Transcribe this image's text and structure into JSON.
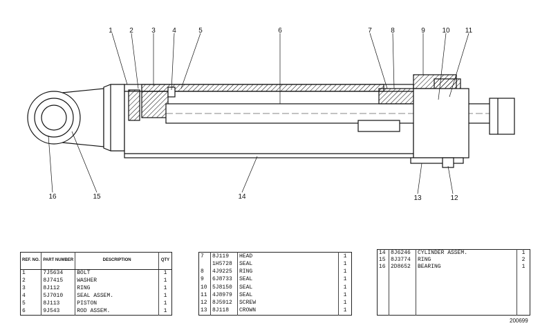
{
  "callouts": [
    "1",
    "2",
    "3",
    "4",
    "5",
    "6",
    "7",
    "8",
    "9",
    "10",
    "11",
    "12",
    "13",
    "14",
    "15",
    "16"
  ],
  "table_a": {
    "headers": {
      "ref": "REF. NO.",
      "part": "PART NUMBER",
      "desc": "DESCRIPTION",
      "qty": "QTY"
    },
    "rows": [
      {
        "ref": "1",
        "part": "7J5634",
        "desc": "BOLT",
        "qty": "1"
      },
      {
        "ref": "2",
        "part": "8J7415",
        "desc": "WASHER",
        "qty": "1"
      },
      {
        "ref": "3",
        "part": "8J112",
        "desc": "RING",
        "qty": "1"
      },
      {
        "ref": "4",
        "part": "5J7010",
        "desc": "SEAL ASSEM.",
        "qty": "1"
      },
      {
        "ref": "5",
        "part": "8J113",
        "desc": "PISTON",
        "qty": "1"
      },
      {
        "ref": "6",
        "part": "9J543",
        "desc": "ROD ASSEM.",
        "qty": "1"
      }
    ]
  },
  "table_b": {
    "rows": [
      {
        "ref": "7",
        "part": "8J119",
        "desc": "HEAD",
        "qty": "1"
      },
      {
        "ref": "",
        "part": "1H5728",
        "desc": "SEAL",
        "qty": "1"
      },
      {
        "ref": "8",
        "part": "4J9225",
        "desc": "RING",
        "qty": "1"
      },
      {
        "ref": "9",
        "part": "6J8733",
        "desc": "SEAL",
        "qty": "1"
      },
      {
        "ref": "10",
        "part": "5J8150",
        "desc": "SEAL",
        "qty": "1"
      },
      {
        "ref": "11",
        "part": "4J8979",
        "desc": "SEAL",
        "qty": "1"
      },
      {
        "ref": "12",
        "part": "8J5912",
        "desc": "SCREW",
        "qty": "1"
      },
      {
        "ref": "13",
        "part": "8J118",
        "desc": "CROWN",
        "qty": "1"
      }
    ]
  },
  "table_c": {
    "rows": [
      {
        "ref": "14",
        "part": "8J6246",
        "desc": "CYLINDER ASSEM.",
        "qty": "1"
      },
      {
        "ref": "15",
        "part": "8J3774",
        "desc": "RING",
        "qty": "2"
      },
      {
        "ref": "16",
        "part": "2D8652",
        "desc": "BEARING",
        "qty": "1"
      }
    ]
  },
  "drawing_number": "200699"
}
